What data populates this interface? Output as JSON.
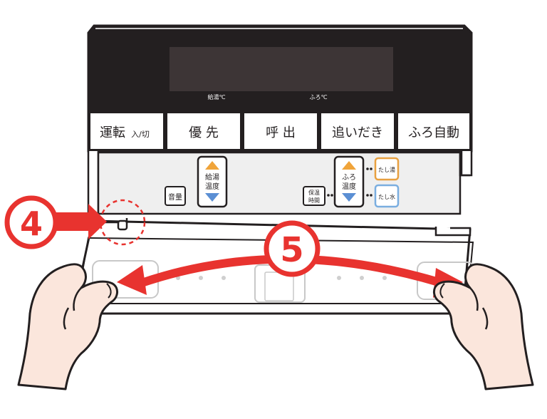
{
  "display": {
    "temp_labels": [
      "給湯℃",
      "ふろ℃"
    ]
  },
  "top_buttons": [
    {
      "main": "運転",
      "sub": "入/切"
    },
    {
      "main": "優 先",
      "sub": ""
    },
    {
      "main": "呼 出",
      "sub": ""
    },
    {
      "main": "追いだき",
      "sub": ""
    },
    {
      "main": "ふろ自動",
      "sub": ""
    }
  ],
  "inner_panel": {
    "volume": "音量",
    "kyuto_temp": [
      "給湯",
      "温度"
    ],
    "hoon_time": [
      "保温",
      "時間"
    ],
    "furo_temp": [
      "ふろ",
      "温度"
    ],
    "tashiyu": "たし湯",
    "tashimizu": "たし水"
  },
  "steps": {
    "step4": "4",
    "step5": "5"
  },
  "colors": {
    "panel_black": "#231f20",
    "accent_red": "#e8332f",
    "up_arrow": "#f0a43a",
    "down_arrow": "#5b8fd4",
    "tashiyu_border": "#e8a040",
    "tashimizu_border": "#7aaee0",
    "skin": "#fbe6dc"
  },
  "icons": [
    "push-arrow-icon",
    "spread-arrow-icon",
    "hand-icon",
    "up-triangle-icon",
    "down-triangle-icon"
  ]
}
